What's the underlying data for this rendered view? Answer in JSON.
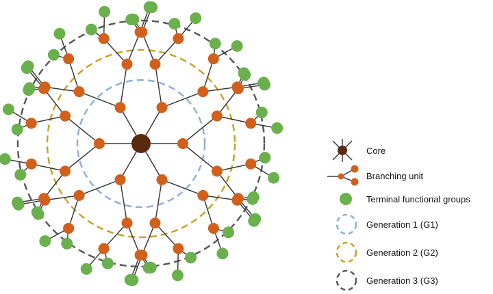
{
  "colors": {
    "core": "#5a2a0c",
    "branching_unit": "#d2601a",
    "terminal_group": "#6ab04c",
    "generation_1": "#8fb0d8",
    "generation_2": "#c9a227",
    "generation_3": "#595959",
    "bond": "#3a3a3a"
  },
  "diagram": {
    "arms": 6,
    "generations": 3,
    "terminal_groups_per_branch": 2
  },
  "legend": [
    {
      "key": "core",
      "label": "Core",
      "icon": "core-icon"
    },
    {
      "key": "branching_unit",
      "label": "Branching unit",
      "icon": "branching-unit-icon"
    },
    {
      "key": "terminal_group",
      "label": "Terminal functional groups",
      "icon": "terminal-group-icon"
    },
    {
      "key": "generation_1",
      "label": "Generation 1 (G1)",
      "icon": "dashed-circle-icon"
    },
    {
      "key": "generation_2",
      "label": "Generation 2 (G2)",
      "icon": "dashed-circle-icon"
    },
    {
      "key": "generation_3",
      "label": "Generation 3 (G3)",
      "icon": "dashed-circle-icon"
    }
  ]
}
